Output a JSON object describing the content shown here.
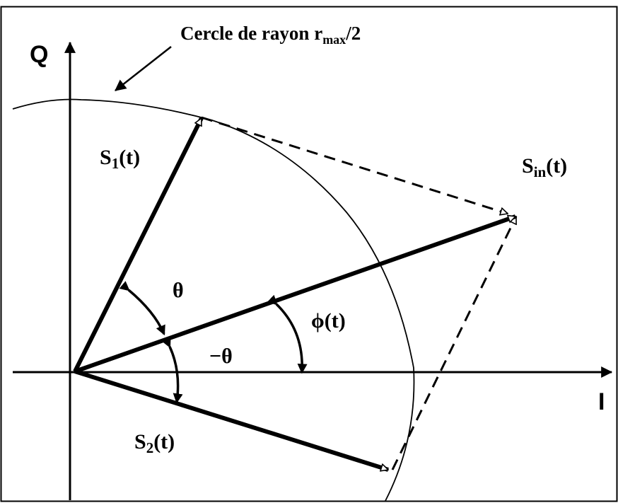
{
  "diagram": {
    "circle_label": {
      "main": "Cercle de rayon r",
      "sub": "max",
      "tail": "/2"
    },
    "axis_q_label": "Q",
    "axis_i_label": "I",
    "s1_label": {
      "main": "S",
      "sub": "1",
      "tail": "(t)"
    },
    "s2_label": {
      "main": "S",
      "sub": "2",
      "tail": "(t)"
    },
    "sin_label": {
      "main": "S",
      "sub": "in",
      "tail": "(t)"
    },
    "theta_label": "θ",
    "minus_theta_label": "−θ",
    "phi_label": "ϕ(t)"
  }
}
